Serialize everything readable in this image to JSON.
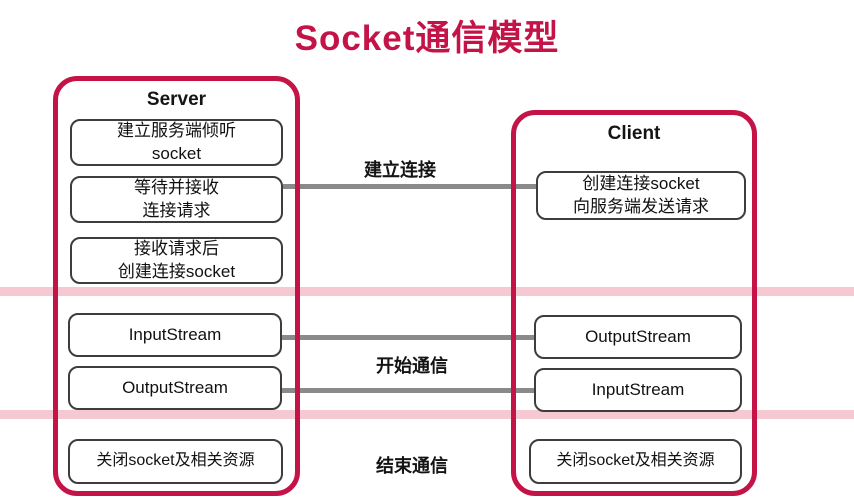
{
  "title": "Socket通信模型",
  "colors": {
    "accent": "#c31347",
    "band": "#f6c8d2",
    "line": "#8a8a8a",
    "box-border": "#3d3d3d"
  },
  "server": {
    "label": "Server",
    "box1": "建立服务端倾听\nsocket",
    "box2": "等待并接收\n连接请求",
    "box3": "接收请求后\n创建连接socket",
    "box4": "InputStream",
    "box5": "OutputStream",
    "box6": "关闭socket及相关资源"
  },
  "client": {
    "label": "Client",
    "box1": "创建连接socket\n向服务端发送请求",
    "box2": "OutputStream",
    "box3": "InputStream",
    "box4": "关闭socket及相关资源"
  },
  "connections": {
    "establish": "建立连接",
    "communicate": "开始通信",
    "end": "结束通信"
  }
}
